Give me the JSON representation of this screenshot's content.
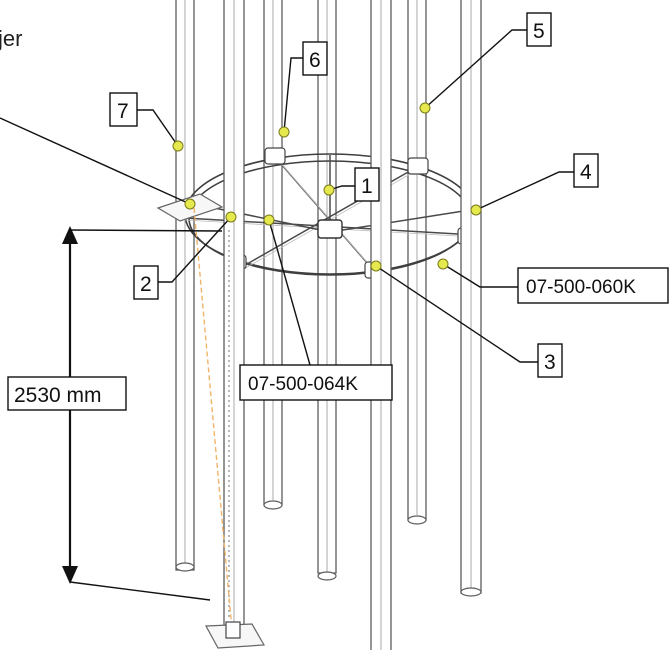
{
  "partial_text": "jer",
  "dimension": {
    "label": "2530 mm"
  },
  "callouts": [
    {
      "id": "1",
      "label": "1"
    },
    {
      "id": "2",
      "label": "2"
    },
    {
      "id": "3",
      "label": "3"
    },
    {
      "id": "4",
      "label": "4"
    },
    {
      "id": "5",
      "label": "5"
    },
    {
      "id": "6",
      "label": "6"
    },
    {
      "id": "7",
      "label": "7"
    }
  ],
  "part_codes": [
    {
      "id": "ring",
      "label": "07-500-060K"
    },
    {
      "id": "spoke",
      "label": "07-500-064K"
    }
  ],
  "colors": {
    "marker": "#e6e94e",
    "line": "#111111",
    "structure": "#5c5c5c",
    "guide": "#f0b46a"
  }
}
